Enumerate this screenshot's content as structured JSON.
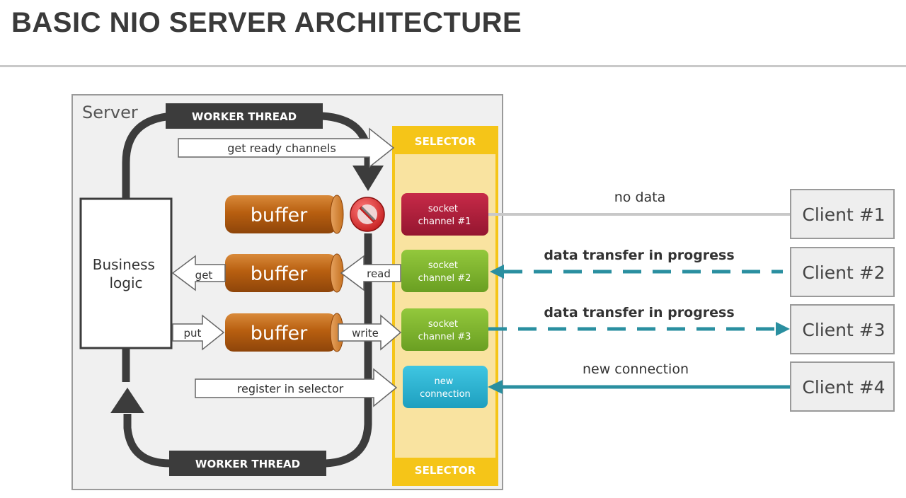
{
  "title": "BASIC NIO SERVER ARCHITECTURE",
  "server_label": "Server",
  "worker_thread_top": "WORKER THREAD",
  "worker_thread_bottom": "WORKER THREAD",
  "selector_top": "SELECTOR",
  "selector_bottom": "SELECTOR",
  "business_logic": [
    "Business",
    "logic"
  ],
  "buffers": [
    "buffer",
    "buffer",
    "buffer"
  ],
  "arrows": {
    "get_ready_channels": "get ready channels",
    "get": "get",
    "put": "put",
    "read": "read",
    "write": "write",
    "register_in_selector": "register in selector"
  },
  "channels": [
    {
      "lines": [
        "socket",
        "channel #1"
      ],
      "color": "#b01d3a"
    },
    {
      "lines": [
        "socket",
        "channel #2"
      ],
      "color": "#7cb22a"
    },
    {
      "lines": [
        "socket",
        "channel #3"
      ],
      "color": "#7cb22a"
    },
    {
      "lines": [
        "new",
        "connection"
      ],
      "color": "#2bb3d3"
    }
  ],
  "connections": {
    "no_data": "no data",
    "transfer_2": "data transfer in progress",
    "transfer_3": "data transfer in progress",
    "new_connection": "new connection"
  },
  "clients": [
    "Client #1",
    "Client #2",
    "Client #3",
    "Client #4"
  ],
  "colors": {
    "teal": "#2a8fa0",
    "loop": "#3c3c3c",
    "selector": "#f5c518",
    "buffer": "#b85f10"
  }
}
